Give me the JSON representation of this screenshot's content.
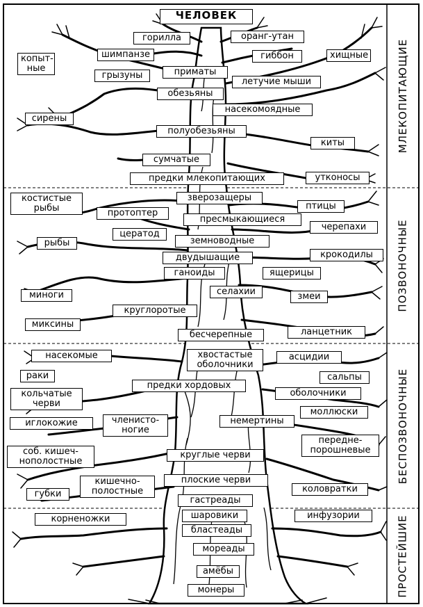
{
  "title": "ЧЕЛОВЕК",
  "sections": [
    {
      "id": "mammals",
      "label": "МЛЕКОПИТАЮЩИЕ"
    },
    {
      "id": "vertebrates",
      "label": "ПОЗВОНОЧНЫЕ"
    },
    {
      "id": "invertebrates",
      "label": "БЕСПОЗВОНОЧНЫЕ"
    },
    {
      "id": "protozoa",
      "label": "ПРОСТЕЙШИЕ"
    }
  ],
  "labels": {
    "gorilla": "горилла",
    "orangutan": "оранг-утан",
    "chimpanzee": "шимпанзе",
    "gibbon": "гиббон",
    "ungulates": "копыт-\nные",
    "predators": "хищные",
    "rodents": "грызуны",
    "primates": "приматы",
    "bats": "летучие мыши",
    "monkeys": "обезьяны",
    "insectivores": "насекомоядные",
    "sirens": "сирены",
    "prosimians": "полуобезьяны",
    "whales": "киты",
    "marsupials": "сумчатые",
    "mammal_ancestors": "предки млекопитающих",
    "platypus": "утконосы",
    "bony_fish": "костистые\nрыбы",
    "theriodonts": "зверозащеры",
    "birds": "птицы",
    "protopterus": "протоптер",
    "reptiles": "пресмыкающиеся",
    "turtles": "черепахи",
    "ceratodus": "цератод",
    "fish": "рыбы",
    "amphibians": "земноводные",
    "crocodiles": "крокодилы",
    "lungfish": "двудышащие",
    "ganoids": "ганоиды",
    "lizards": "ящерицы",
    "lampreys": "миноги",
    "sharks": "селахии",
    "snakes": "змеи",
    "cyclostomes": "круглоротые",
    "hagfish": "миксины",
    "acrania": "бесчерепные",
    "lancelet": "ланцетник",
    "insects": "насекомые",
    "tunicates_tail": "хвостастые\nоболочники",
    "ascidians": "асцидии",
    "crayfish": "раки",
    "salps": "сальпы",
    "annelids": "кольчатые\nчерви",
    "chordate_ancestors": "предки хордовых",
    "tunicates": "оболочники",
    "echinoderms": "иглокожие",
    "arthropods": "членисто-\nногие",
    "nemerteans": "немертины",
    "mollusks": "моллюски",
    "ctenophores": "соб. кишеч-\nнополостные",
    "roundworms": "круглые черви",
    "brachiopods": "передне-\nпорошневые",
    "coelenterates": "кишечно-\nполостные",
    "flatworms": "плоские черви",
    "sponges": "губки",
    "rotifers": "коловратки",
    "gastraeads": "гастреады",
    "rhizopods": "корненожки",
    "blastaeads_sph": "шаровики",
    "infusoria": "инфузории",
    "blastaeads": "бластеады",
    "moraeads": "мореады",
    "amoebae": "амёбы",
    "monera": "монеры"
  }
}
